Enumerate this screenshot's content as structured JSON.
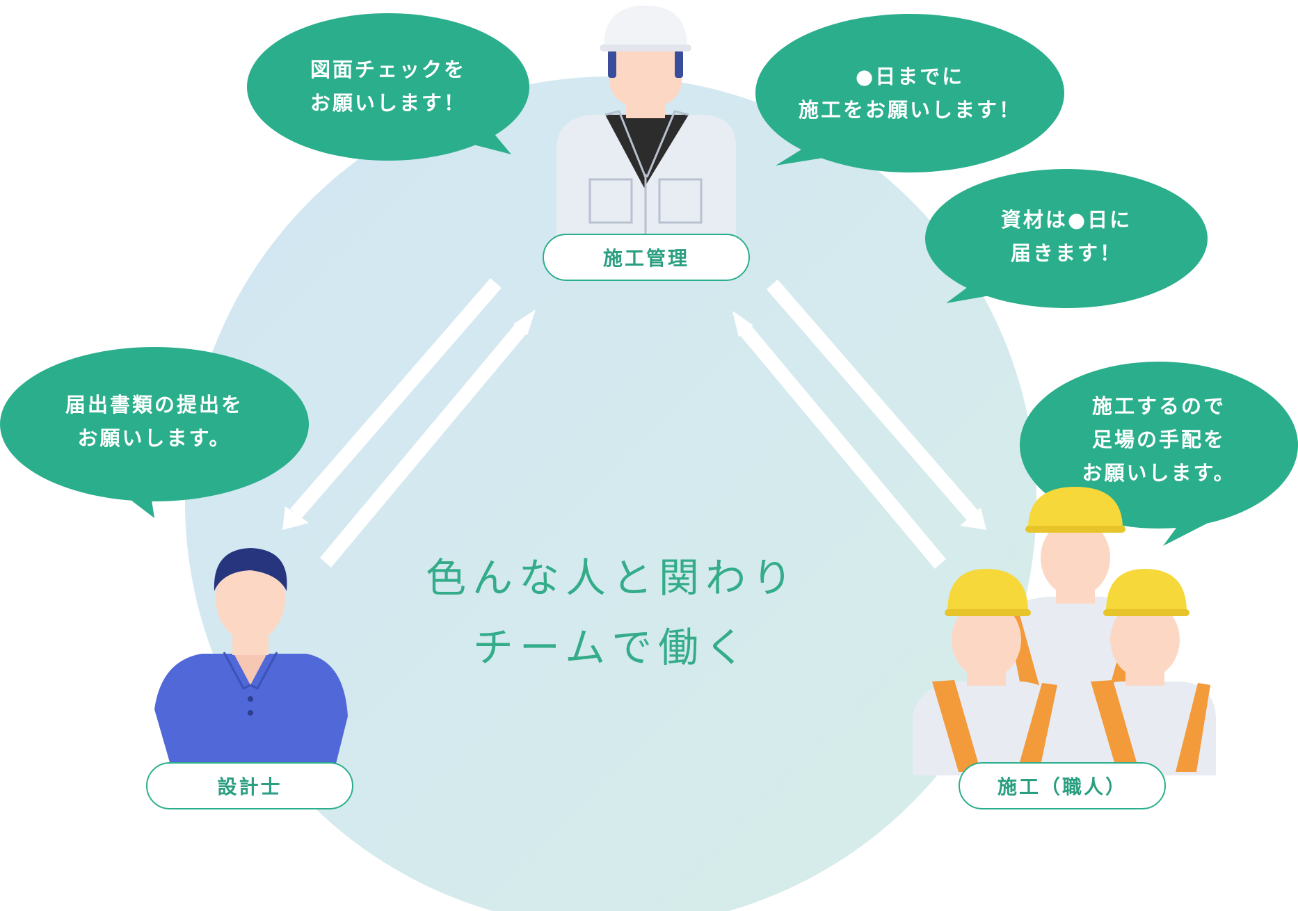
{
  "center": {
    "line1": "色んな人と関わり",
    "line2": "チームで働く"
  },
  "roles": {
    "manager": "施工管理",
    "designer": "設計士",
    "workers": "施工（職人）"
  },
  "bubbles": {
    "drawing_check": [
      "図面チェックを",
      "お願いします！"
    ],
    "construction_request": [
      "●日までに",
      "施工をお願いします！"
    ],
    "materials": [
      "資材は●日に",
      "届きます！"
    ],
    "filing": [
      "届出書類の提出を",
      "お願いします。"
    ],
    "scaffolding": [
      "施工するので",
      "足場の手配を",
      "お願いします。"
    ]
  },
  "colors": {
    "bubble_green": "#2aae8b",
    "circle_fill": "#d3e9f0",
    "text_green": "#34ac8a",
    "designer_shirt": "#5068d8",
    "helmet_yellow": "#f7d83a",
    "vest_orange": "#f39a3a",
    "uniform_gray": "#e8ecf2"
  },
  "icons": [
    "double-arrow-icon"
  ]
}
